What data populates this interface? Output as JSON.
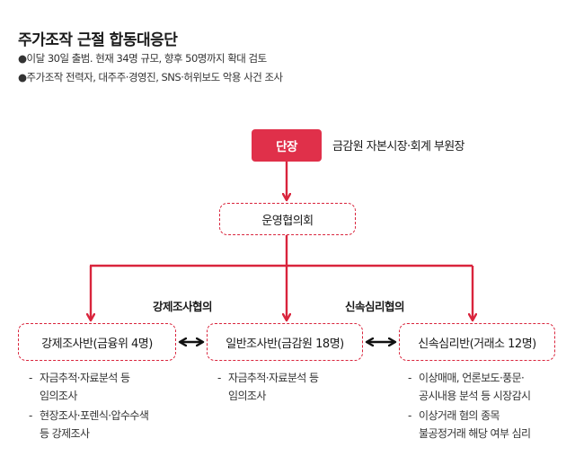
{
  "title": "주가조작 근절 합동대응단",
  "bullets": [
    "●이달 30일 출범. 현재 34명 규모, 향후 50명까지 확대 검토",
    "●주가조작 전력자, 대주주·경영진, SNS·허위보도 악용 사건 조사"
  ],
  "head": {
    "label": "단장",
    "desc": "금감원 자본시장·회계 부원장"
  },
  "operating_council": "운영협의회",
  "councils": {
    "enforcement": "강제조사협의",
    "rapid_review": "신속심리협의"
  },
  "teams": [
    {
      "label": "강제조사반(금융위 4명)",
      "duties": [
        [
          "자금추적·자료분석 등",
          "임의조사"
        ],
        [
          "현장조사·포렌식·압수수색",
          "등 강제조사"
        ]
      ]
    },
    {
      "label": "일반조사반(금감원 18명)",
      "duties": [
        [
          "자금추적·자료분석 등",
          "임의조사"
        ]
      ]
    },
    {
      "label": "신속심리반(거래소 12명)",
      "duties": [
        [
          "이상매매, 언론보도·풍문·",
          "공시내용 분석 등 시장감시"
        ],
        [
          "이상거래 혐의 종목",
          "불공정거래 해당 여부 심리"
        ]
      ]
    }
  ],
  "colors": {
    "accent": "#e0304a",
    "connector": "#d9243c",
    "text": "#1a1a1a"
  }
}
